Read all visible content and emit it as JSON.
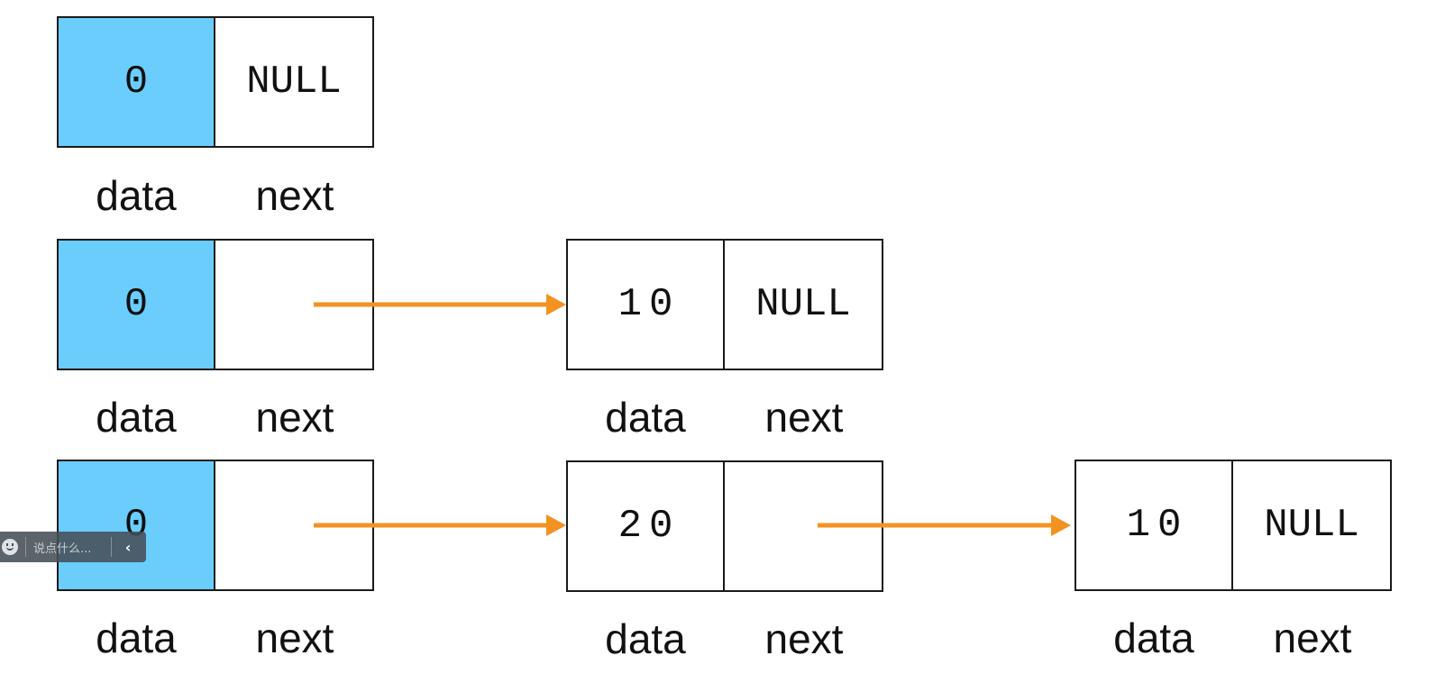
{
  "rows": [
    {
      "nodes": [
        {
          "data": "0",
          "next": "NULL",
          "head": true
        }
      ]
    },
    {
      "nodes": [
        {
          "data": "0",
          "next": "",
          "head": true
        },
        {
          "data": "10",
          "next": "NULL",
          "head": false
        }
      ]
    },
    {
      "nodes": [
        {
          "data": "0",
          "next": "",
          "head": true
        },
        {
          "data": "20",
          "next": "",
          "head": false
        },
        {
          "data": "10",
          "next": "NULL",
          "head": false
        }
      ]
    }
  ],
  "field_labels": {
    "data": "data",
    "next": "next"
  },
  "colors": {
    "head_fill": "#6bcdfb",
    "arrow": "#f39221",
    "border": "#1a1a1a"
  },
  "chat_widget": {
    "icon": "smiley-icon",
    "placeholder": "说点什么...",
    "collapse_icon": "chevron-left-icon"
  }
}
